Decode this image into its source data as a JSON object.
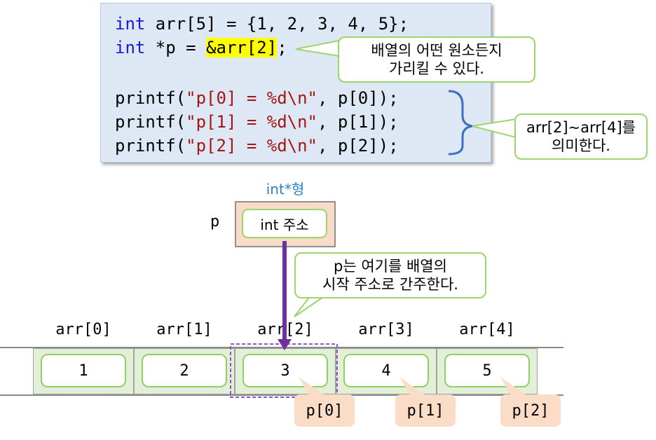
{
  "code": {
    "line1": {
      "kw": "int",
      "rest": " arr[5] = {1, 2, 3, 4, 5};"
    },
    "line2": {
      "kw": "int",
      "mid": " *p = ",
      "hl": "&arr[2]",
      "end": ";"
    },
    "line3": {
      "fn": "printf(",
      "str": "\"p[0] = %d\\n\"",
      "end": ", p[0]);"
    },
    "line4": {
      "fn": "printf(",
      "str": "\"p[1] = %d\\n\"",
      "end": ", p[1]);"
    },
    "line5": {
      "fn": "printf(",
      "str": "\"p[2] = %d\\n\"",
      "end": ", p[2]);"
    }
  },
  "callouts": {
    "any_element": [
      "배열의 어떤 원소든지",
      "가리킬 수 있다."
    ],
    "range": [
      "arr[2]~arr[4]를",
      "의미한다."
    ],
    "start": [
      "p는 여기를 배열의",
      "시작 주소로 간주한다."
    ]
  },
  "pointer": {
    "type_label": "int*형",
    "name": "p",
    "value": "int 주소"
  },
  "array": {
    "labels": [
      "arr[0]",
      "arr[1]",
      "arr[2]",
      "arr[3]",
      "arr[4]"
    ],
    "values": [
      "1",
      "2",
      "3",
      "4",
      "5"
    ]
  },
  "p_tags": [
    "p[0]",
    "p[1]",
    "p[2]"
  ],
  "colors": {
    "keyword": "#1a1ad6",
    "string": "#a31515",
    "arrow": "#7030a0",
    "bracket": "#3a6fc4",
    "callout_border": "#9cd46e"
  }
}
